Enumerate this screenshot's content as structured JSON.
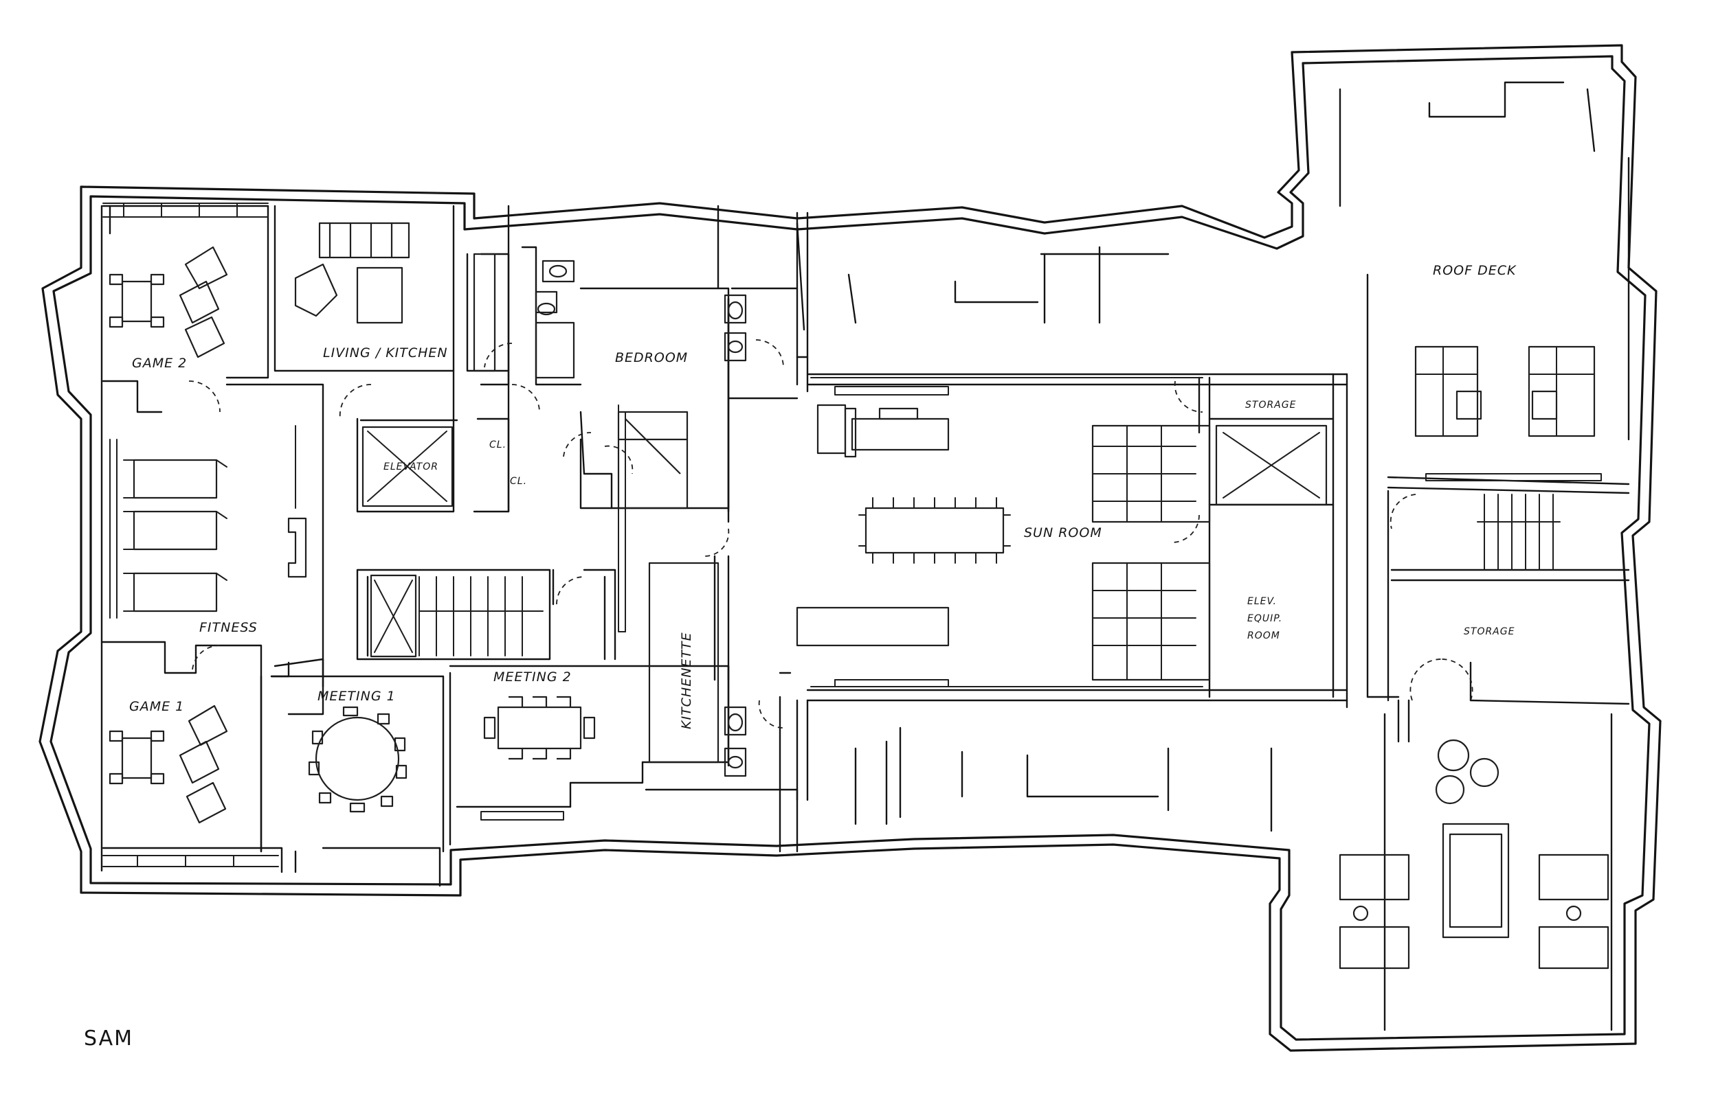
{
  "rooms": {
    "game2": "GAME 2",
    "living_kitchen": "LIVING / KITCHEN",
    "bedroom": "BEDROOM",
    "cl_1": "CL.",
    "cl_2": "CL.",
    "elevator": "ELEVATOR",
    "fitness": "FITNESS",
    "game1": "GAME 1",
    "meeting1": "MEETING 1",
    "meeting2": "MEETING 2",
    "kitchenette": "KITCHENETTE",
    "sun_room": "SUN ROOM",
    "storage_upper": "STORAGE",
    "elev_equip": [
      "ELEV.",
      "EQUIP.",
      "ROOM"
    ],
    "roof_deck": "ROOF DECK",
    "storage_lower": "STORAGE"
  },
  "signature": "SAM",
  "colors": {
    "ink": "#141414",
    "paper": "#ffffff"
  }
}
